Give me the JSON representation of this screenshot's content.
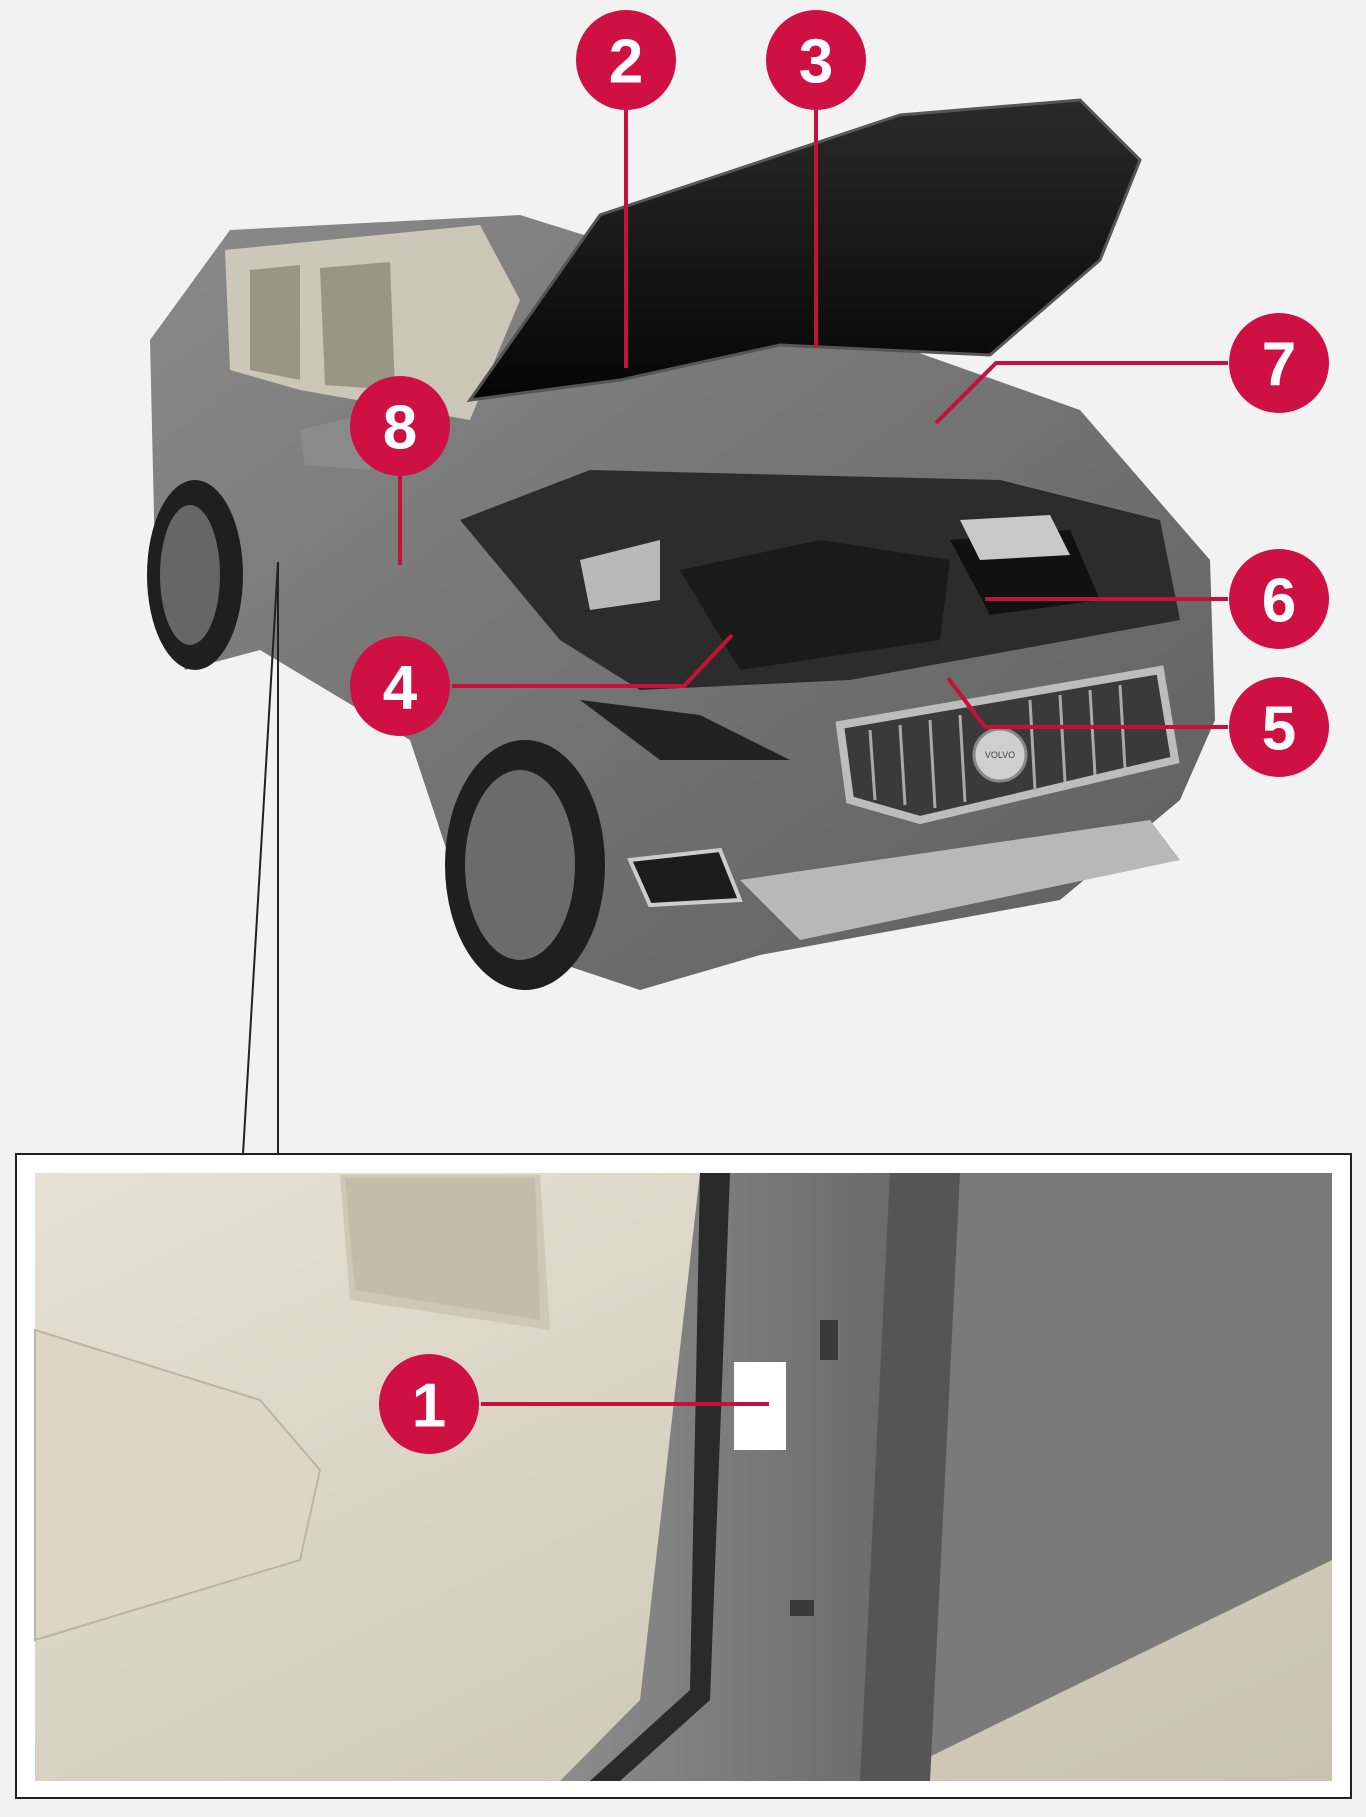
{
  "colors": {
    "callout": "#cf1042",
    "background": "#f2f2f2",
    "body": "#7a7a7a",
    "interior": "#d9d3c3"
  },
  "callouts": [
    {
      "label": "1"
    },
    {
      "label": "2"
    },
    {
      "label": "3"
    },
    {
      "label": "4"
    },
    {
      "label": "5"
    },
    {
      "label": "6"
    },
    {
      "label": "7"
    },
    {
      "label": "8"
    }
  ],
  "grille_badge": "VOLVO"
}
